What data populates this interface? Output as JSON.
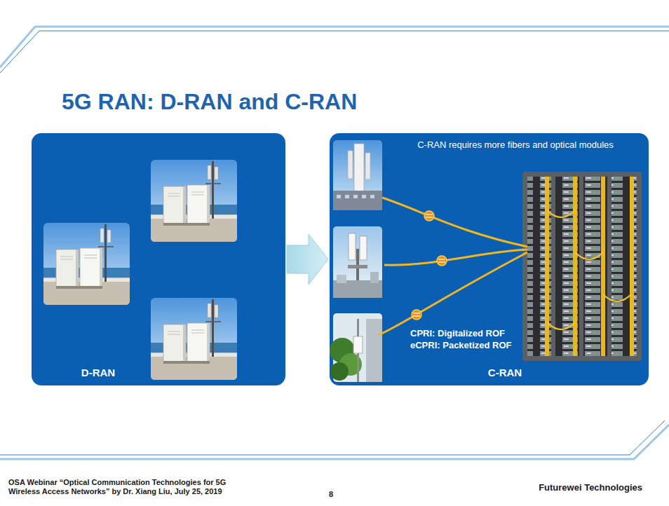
{
  "diagram": {
    "title": "5G RAN: D-RAN and C-RAN",
    "nodes": [
      {
        "text": [
          "D-RAN"
        ]
      },
      {
        "text": [
          "C-RAN requires more fibers and optical modules",
          "C-RAN"
        ]
      }
    ],
    "edges": [
      {
        "from": 0,
        "to": 1,
        "arrow": "to"
      }
    ],
    "labels": [
      "CPRI: Digitalized ROF",
      "eCPRI: Packetized ROF",
      "OSA Webinar “Optical Communication Technologies for 5G Wireless Access Networks” by Dr. Xiang Liu, July 25, 2019",
      "8",
      "Futurewei Technologies"
    ]
  }
}
